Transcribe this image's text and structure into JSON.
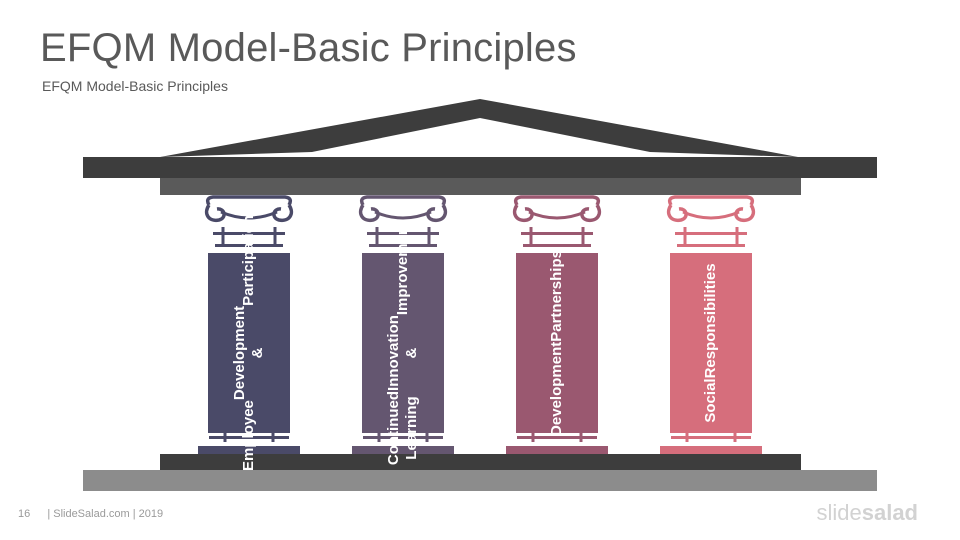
{
  "slide": {
    "title": "EFQM Model-Basic Principles",
    "subtitle": "EFQM Model-Basic Principles",
    "page_number": "16",
    "footer_text": "| SlideSalad.com | 2019",
    "brand_part1": "slide",
    "brand_part2": "salad"
  },
  "colors": {
    "roof": "#3d3d3d",
    "beam": "#5a5a5a",
    "base_dark": "#3d3d3d",
    "base_light": "#8c8c8c"
  },
  "pillars": [
    {
      "label": "Employee Development & Participation",
      "lines": [
        "Employee",
        "Development &",
        "Participation"
      ],
      "color": "#4a4a68"
    },
    {
      "label": "Continued Learning Innovation & Improvement",
      "lines": [
        "Continued Learning",
        "Innovation &",
        "Improvement"
      ],
      "color": "#645670"
    },
    {
      "label": "Development Partnerships",
      "lines": [
        "Development",
        "Partnerships"
      ],
      "color": "#9a5870"
    },
    {
      "label": "Social Responsibilities",
      "lines": [
        "Social",
        "Responsibilities"
      ],
      "color": "#d66e7c"
    }
  ]
}
